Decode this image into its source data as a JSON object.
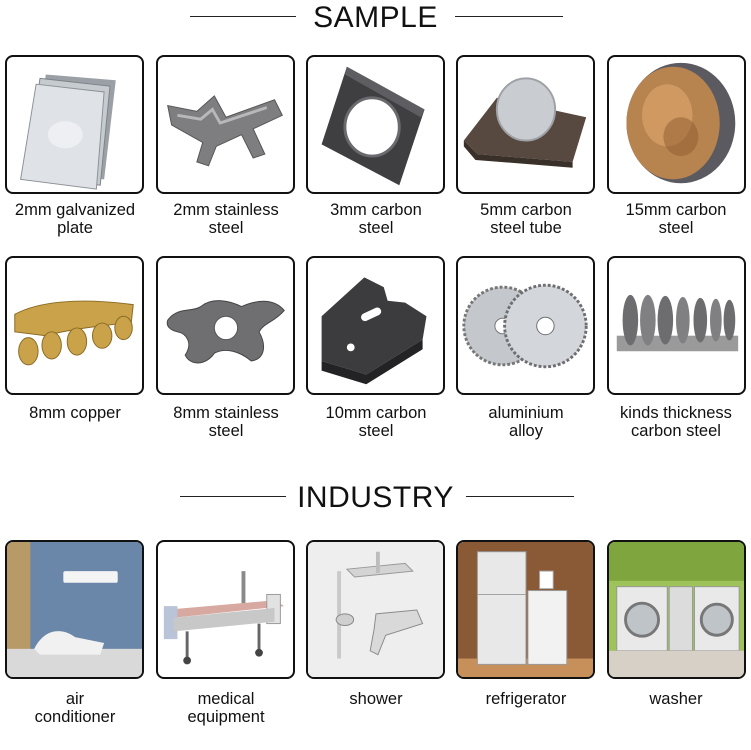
{
  "sample": {
    "title": "SAMPLE",
    "items": [
      {
        "line1": "2mm galvanized",
        "line2": "plate",
        "icon": "galvanized-plate-icon"
      },
      {
        "line1": "2mm stainless",
        "line2": "steel",
        "icon": "stainless-cut-part-icon"
      },
      {
        "line1": "3mm carbon",
        "line2": "steel",
        "icon": "square-plate-hole-icon"
      },
      {
        "line1": "5mm carbon",
        "line2": "steel tube",
        "icon": "plate-with-disc-icon"
      },
      {
        "line1": "15mm carbon",
        "line2": "steel",
        "icon": "thick-disc-icon"
      },
      {
        "line1": "8mm copper",
        "line2": "",
        "icon": "copper-parts-icon"
      },
      {
        "line1": "8mm stainless",
        "line2": "steel",
        "icon": "flange-part-icon"
      },
      {
        "line1": "10mm carbon",
        "line2": "steel",
        "icon": "bracket-block-icon"
      },
      {
        "line1": "aluminium",
        "line2": "alloy",
        "icon": "saw-blade-icon"
      },
      {
        "line1": "kinds thickness",
        "line2": "carbon steel",
        "icon": "stacked-discs-icon"
      }
    ]
  },
  "industry": {
    "title": "INDUSTRY",
    "items": [
      {
        "line1": "air",
        "line2": "conditioner",
        "icon": "air-conditioner-icon"
      },
      {
        "line1": "medical",
        "line2": "equipment",
        "icon": "hospital-bed-icon"
      },
      {
        "line1": "shower",
        "line2": "",
        "icon": "shower-icon"
      },
      {
        "line1": "refrigerator",
        "line2": "",
        "icon": "refrigerator-icon"
      },
      {
        "line1": "washer",
        "line2": "",
        "icon": "washer-icon"
      }
    ]
  },
  "colors": {
    "border": "#111111",
    "copper": "#c9a24a",
    "steel": "#8a8a8a"
  }
}
